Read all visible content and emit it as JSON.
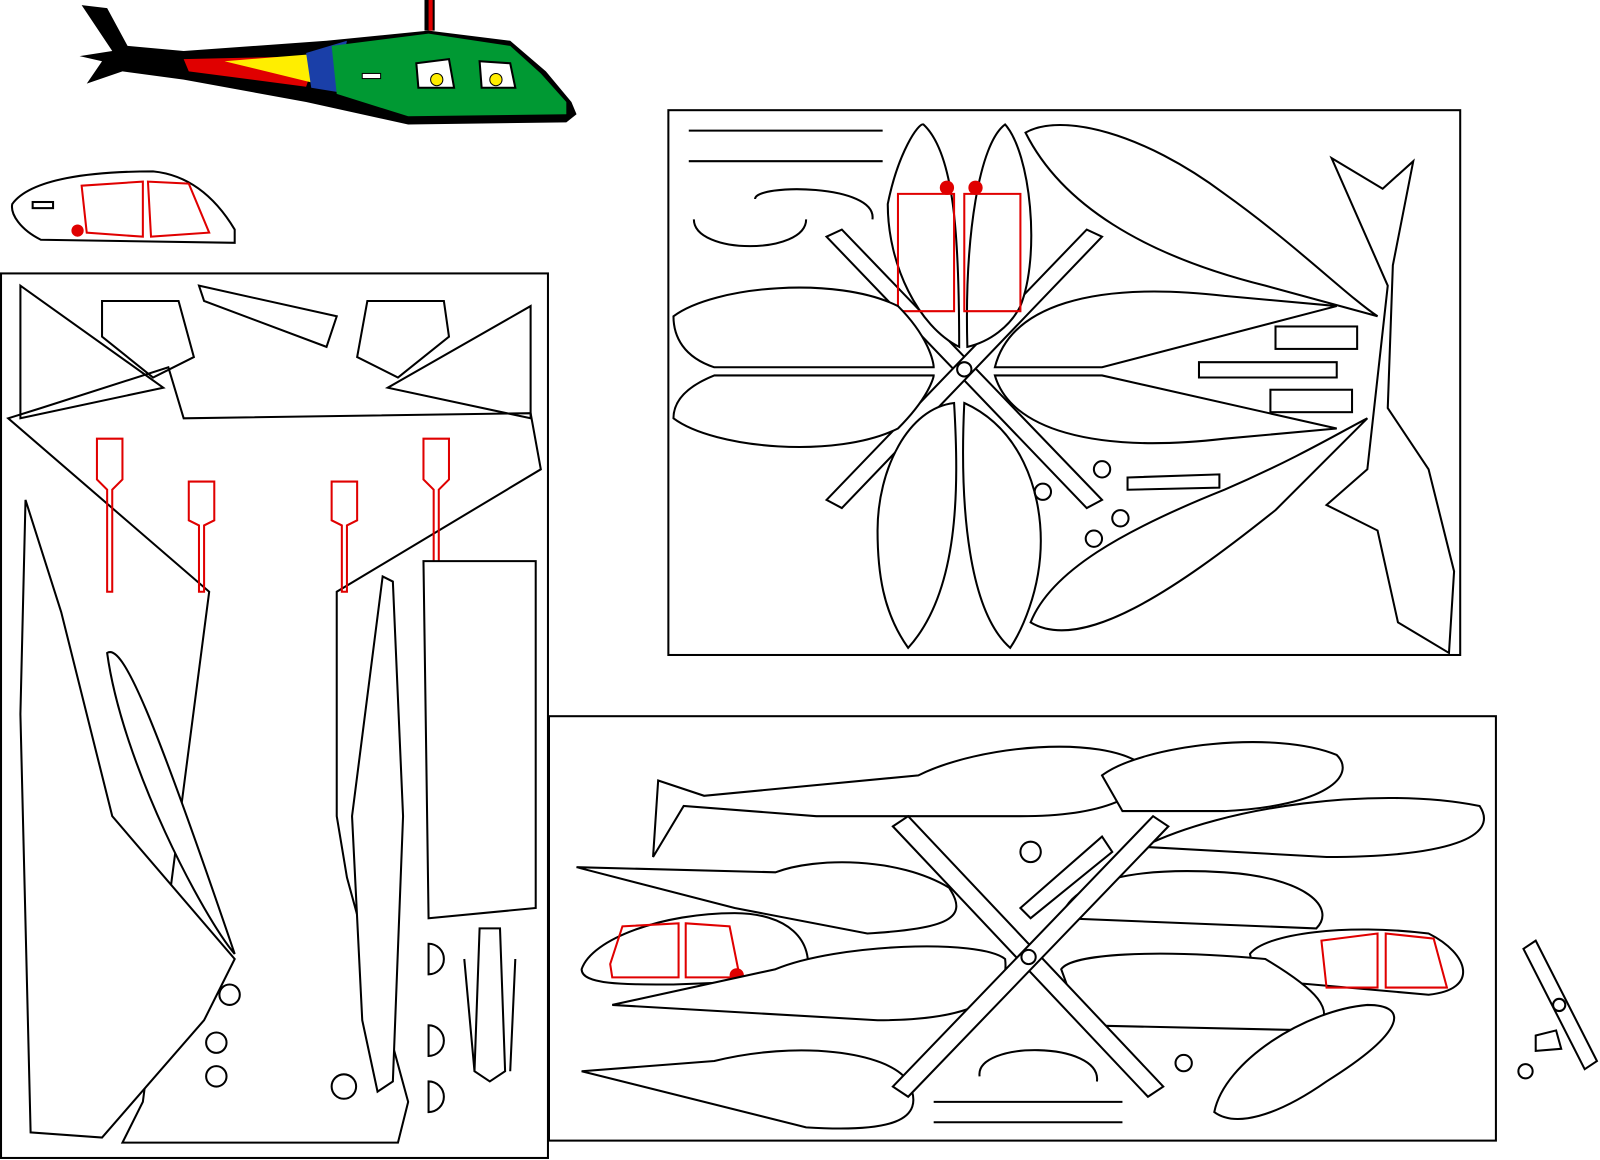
{
  "colors": {
    "outline": "#000000",
    "cut_mark": "#e00000",
    "body_green": "#009933",
    "stripe_blue": "#1a3fa8",
    "stripe_yellow": "#ffee00",
    "stripe_red": "#e00000",
    "window_yellow": "#ffee00",
    "background": "#ffffff"
  },
  "figures": [
    {
      "id": "assembled-helicopter-preview",
      "style": "color"
    },
    {
      "id": "cabin-side-part",
      "style": "outline-with-red"
    },
    {
      "id": "sheet-left",
      "style": "outline"
    },
    {
      "id": "sheet-top-right",
      "style": "outline"
    },
    {
      "id": "sheet-bottom-right",
      "style": "outline"
    }
  ]
}
